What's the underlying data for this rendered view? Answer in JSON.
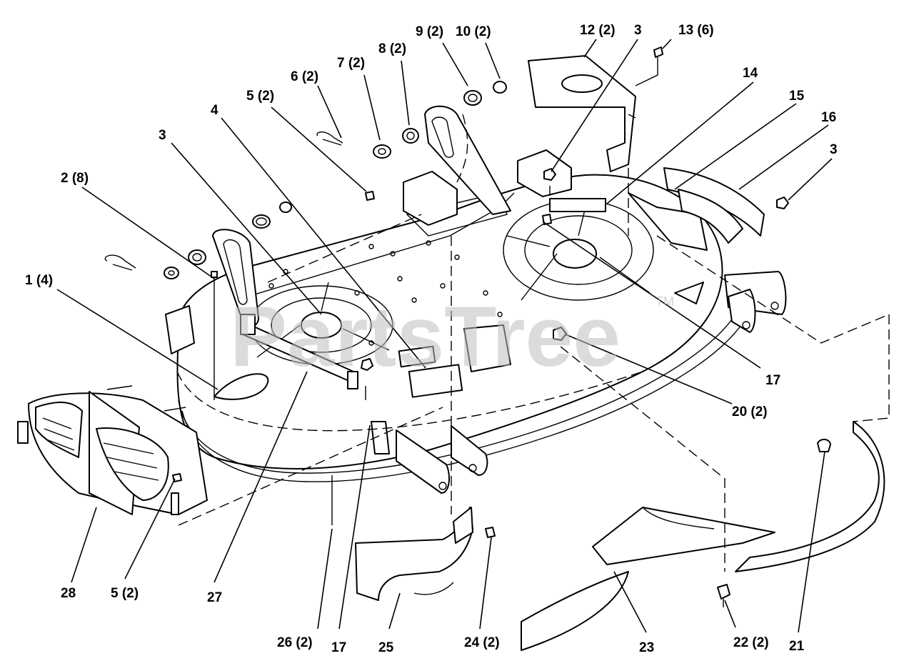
{
  "watermark": {
    "text": "PartsTree",
    "tm": "TM"
  },
  "callouts": [
    {
      "id": "c1",
      "text": "1 (4)"
    },
    {
      "id": "c2",
      "text": "2 (8)"
    },
    {
      "id": "c3a",
      "text": "3"
    },
    {
      "id": "c3b",
      "text": "3"
    },
    {
      "id": "c3c",
      "text": "3"
    },
    {
      "id": "c4",
      "text": "4"
    },
    {
      "id": "c5a",
      "text": "5 (2)"
    },
    {
      "id": "c5b",
      "text": "5 (2)"
    },
    {
      "id": "c6",
      "text": "6 (2)"
    },
    {
      "id": "c7",
      "text": "7 (2)"
    },
    {
      "id": "c8",
      "text": "8 (2)"
    },
    {
      "id": "c9",
      "text": "9 (2)"
    },
    {
      "id": "c10",
      "text": "10 (2)"
    },
    {
      "id": "c12",
      "text": "12 (2)"
    },
    {
      "id": "c13",
      "text": "13 (6)"
    },
    {
      "id": "c14",
      "text": "14"
    },
    {
      "id": "c15",
      "text": "15"
    },
    {
      "id": "c16",
      "text": "16"
    },
    {
      "id": "c17a",
      "text": "17"
    },
    {
      "id": "c17b",
      "text": "17"
    },
    {
      "id": "c20",
      "text": "20 (2)"
    },
    {
      "id": "c21",
      "text": "21"
    },
    {
      "id": "c22",
      "text": "22 (2)"
    },
    {
      "id": "c23",
      "text": "23"
    },
    {
      "id": "c24",
      "text": "24 (2)"
    },
    {
      "id": "c25",
      "text": "25"
    },
    {
      "id": "c26",
      "text": "26 (2)"
    },
    {
      "id": "c27",
      "text": "27"
    },
    {
      "id": "c28",
      "text": "28"
    }
  ]
}
